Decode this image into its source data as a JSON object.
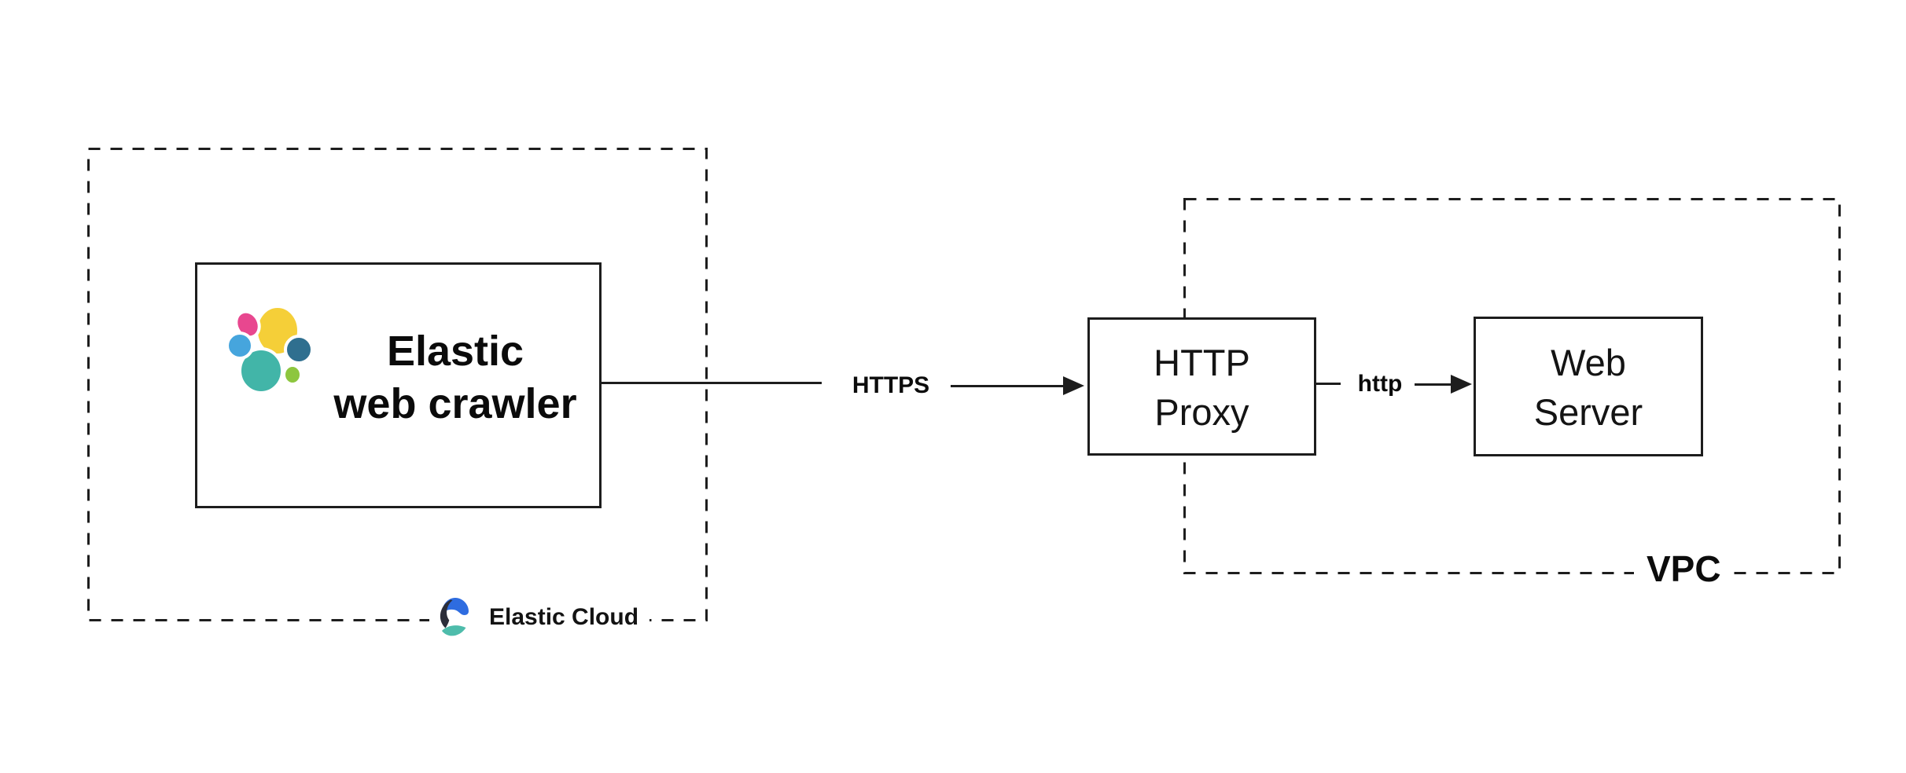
{
  "diagram": {
    "elastic_cloud_group": {
      "label": "Elastic Cloud"
    },
    "crawler_node": {
      "line1": "Elastic",
      "line2": "web crawler"
    },
    "proxy_node": {
      "line1": "HTTP",
      "line2": "Proxy"
    },
    "web_server_node": {
      "line1": "Web",
      "line2": "Server"
    },
    "vpc_group": {
      "label": "VPC"
    },
    "edges": {
      "crawler_to_proxy": {
        "label": "HTTPS"
      },
      "proxy_to_server": {
        "label": "http"
      }
    },
    "colors": {
      "es_yellow": "#f5cf38",
      "es_pink": "#e8478f",
      "es_light_blue": "#46a5dd",
      "es_teal": "#42b5a8",
      "es_navy": "#2f6f8f",
      "es_green": "#8dc63f",
      "cloud_blue": "#2e6ce0",
      "cloud_dark": "#2b2d39",
      "cloud_teal": "#4ebcab",
      "line": "#1d1d1d"
    }
  }
}
